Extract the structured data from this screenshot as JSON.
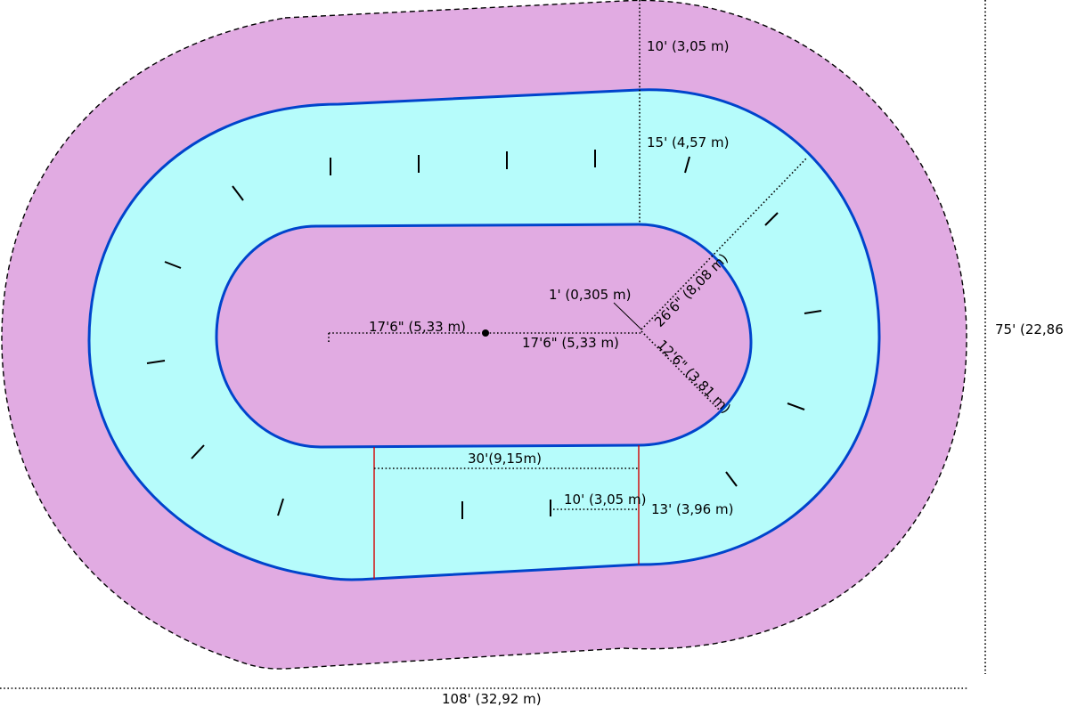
{
  "colors": {
    "outer_zone": "#e1abe2",
    "track": "#b6fcfb",
    "infield": "#e1abe2",
    "track_edge": "#0044cc",
    "lines": "#000000",
    "red_lines": "#d40000"
  },
  "labels": {
    "outer_width": "10' (3,05 m)",
    "track_width": "15' (4,57 m)",
    "left_half_length": "17'6\" (5,33 m)",
    "right_half_length": "17'6\" (5,33 m)",
    "offset": "1' (0,305 m)",
    "outer_radius": "26'6\" (8,08 m)",
    "inner_radius": "12'6\" (3,81 m)",
    "straight_length": "30'(9,15m)",
    "small_segment": "10' (3,05 m)",
    "straight_width": "13' (3,96 m)",
    "total_height": "75' (22,86",
    "total_length": "108' (32,92 m)"
  }
}
